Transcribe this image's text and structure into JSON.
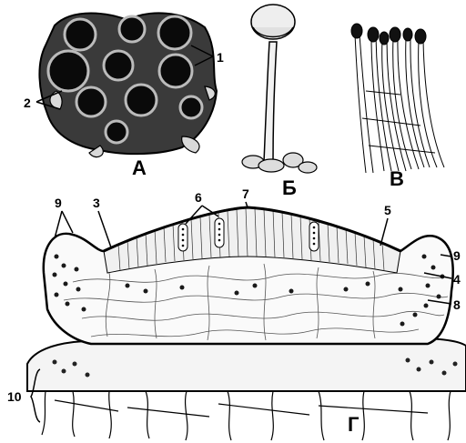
{
  "panels": {
    "a": {
      "letter": "А"
    },
    "b": {
      "letter": "Б"
    },
    "v": {
      "letter": "В"
    },
    "g": {
      "letter": "Г"
    }
  },
  "callouts": {
    "n1": "1",
    "n2": "2",
    "n3": "3",
    "n4": "4",
    "n5": "5",
    "n6": "6",
    "n7": "7",
    "n8": "8",
    "n9_left": "9",
    "n9_right": "9",
    "n10": "10"
  }
}
